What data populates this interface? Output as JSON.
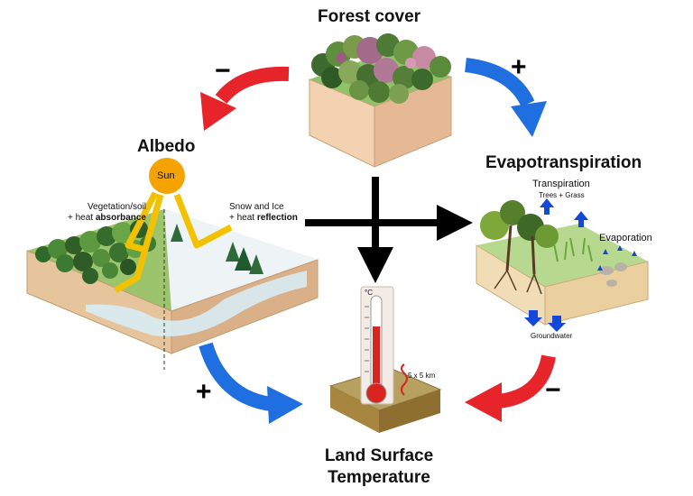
{
  "nodes": {
    "forest_cover": "Forest cover",
    "albedo": "Albedo",
    "evapotranspiration": "Evapotranspiration",
    "land_surface_temperature_line1": "Land Surface",
    "land_surface_temperature_line2": "Temperature"
  },
  "albedo_panel": {
    "sun": "Sun",
    "left_line1": "Vegetation/soil",
    "left_line2_prefix": "+ heat ",
    "left_line2_bold": "absorbance",
    "right_line1": "Snow and Ice",
    "right_line2_prefix": "+ heat ",
    "right_line2_bold": "reflection"
  },
  "evap_panel": {
    "transpiration": "Transpiration",
    "trees_grass": "Trees + Grass",
    "evaporation": "Evaporation",
    "groundwater": "Groundwater"
  },
  "lst_panel": {
    "unit": "°C",
    "grid": "5 x 5 km"
  },
  "signs": {
    "forest_to_albedo": "−",
    "forest_to_evap": "+",
    "albedo_to_lst": "+",
    "evap_to_lst": "−"
  },
  "colors": {
    "negative_arrow": "#e8242b",
    "positive_arrow": "#1f6fe0",
    "central_arrows": "#000000",
    "sun": "#f5a300",
    "sun_rays": "#f2c200",
    "water_arrows": "#1448d8"
  }
}
